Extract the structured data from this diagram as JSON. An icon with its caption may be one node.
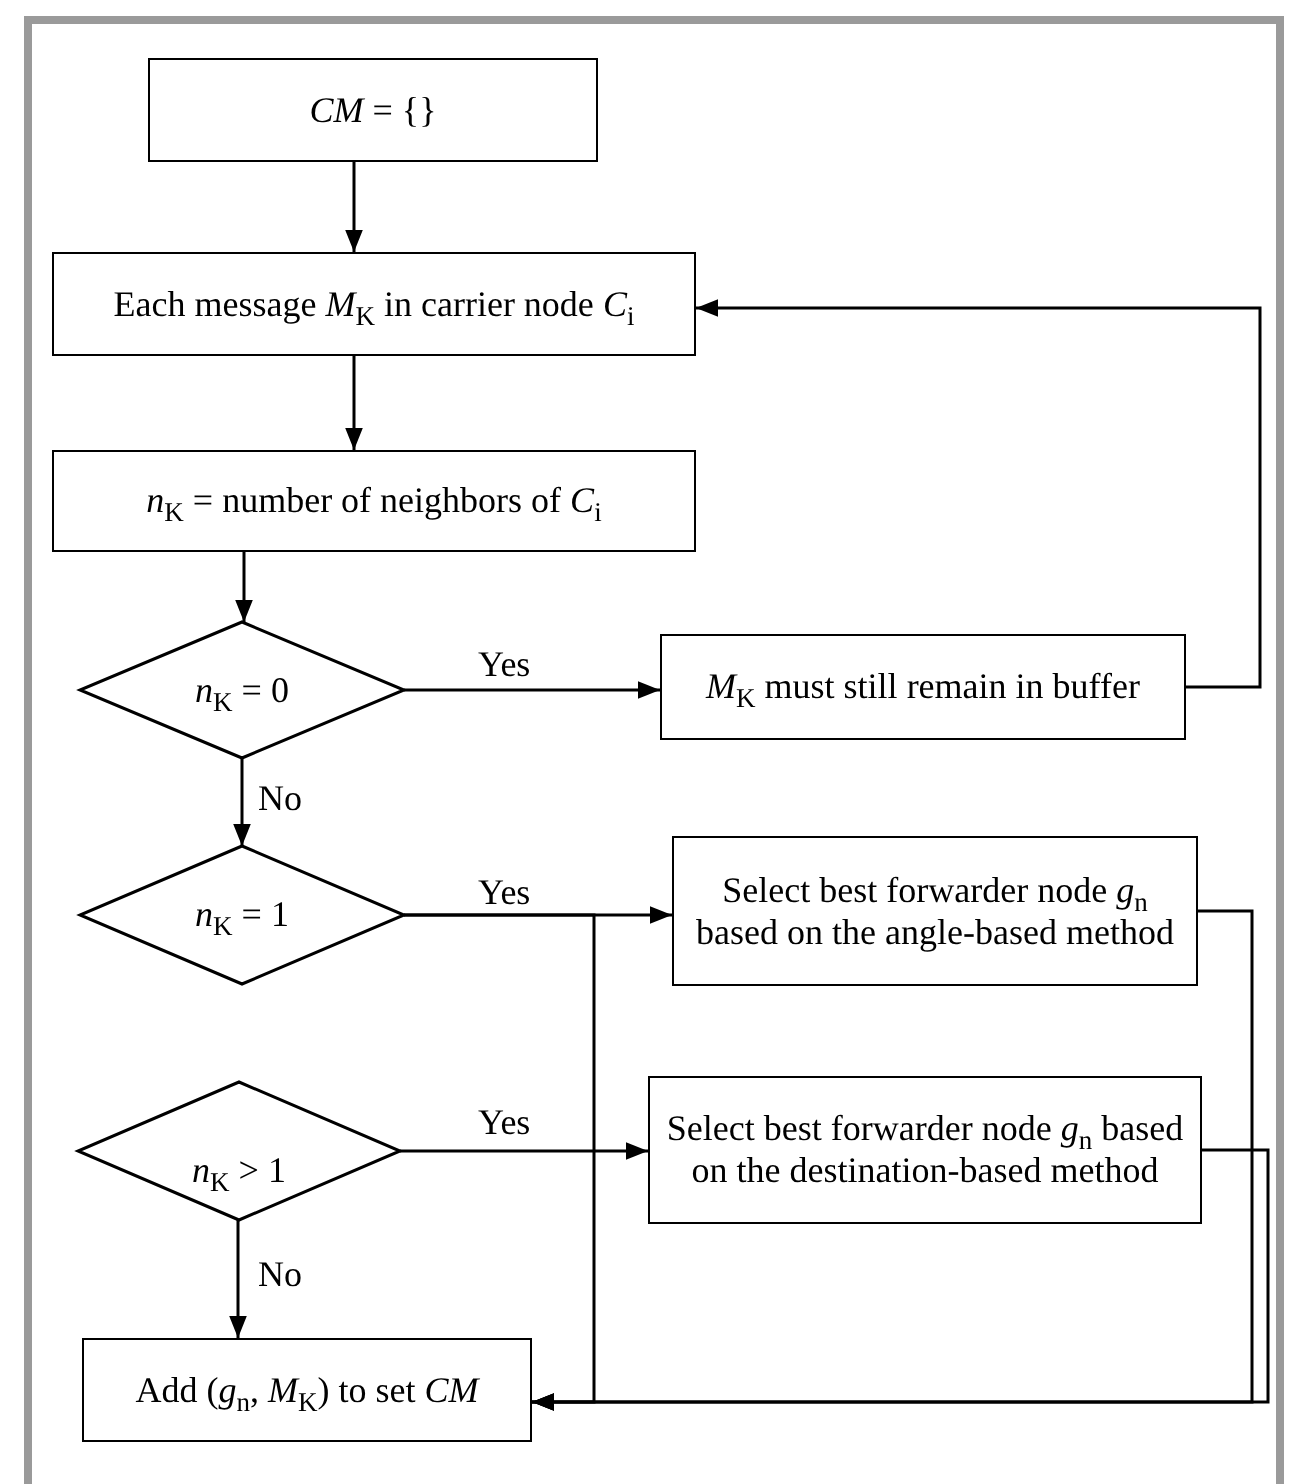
{
  "diagram": {
    "nodes": [
      {
        "text": [
          "*CM* = {}"
        ]
      },
      {
        "text": [
          "Each message *M*$_{K}$ in carrier node *C*$_{i}$"
        ]
      },
      {
        "text": [
          "*n*$_{K}$ = number of neighbors of *C*$_{i}$"
        ]
      },
      {
        "text": [
          "*n*$_{K}$ = 0"
        ]
      },
      {
        "text": [
          "*M*$_{K}$ must still remain in buffer"
        ]
      },
      {
        "text": [
          "*n*$_{K}$ = 1"
        ]
      },
      {
        "text": [
          "Select best forwarder node *g*$_{n}$ based on the angle-based method"
        ]
      },
      {
        "text": [
          "*n*$_{K}$ > 1"
        ]
      },
      {
        "text": [
          "Select best forwarder node *g*$_{n}$ based on the destination-based method"
        ]
      },
      {
        "text": [
          "Add (*g*$_{n}$, *M*$_{K}$) to set *CM*"
        ]
      }
    ],
    "edges": [
      {
        "from": 0,
        "to": 1,
        "arrow": "to"
      },
      {
        "from": 1,
        "to": 2,
        "arrow": "to"
      },
      {
        "from": 2,
        "to": 3,
        "arrow": "to"
      },
      {
        "from": 3,
        "to": 4,
        "arrow": "to",
        "label": "Yes"
      },
      {
        "from": 4,
        "to": 1,
        "arrow": "to"
      },
      {
        "from": 3,
        "to": 5,
        "arrow": "to",
        "label": "No"
      },
      {
        "from": 5,
        "to": 6,
        "arrow": "to",
        "label": "Yes"
      },
      {
        "from": 5,
        "to": 9,
        "arrow": "to"
      },
      {
        "from": 6,
        "to": 9,
        "arrow": "to"
      },
      {
        "from": 7,
        "to": 8,
        "arrow": "to",
        "label": "Yes"
      },
      {
        "from": 7,
        "to": 9,
        "arrow": "to",
        "label": "No"
      },
      {
        "from": 8,
        "to": 9,
        "arrow": "to"
      }
    ]
  }
}
